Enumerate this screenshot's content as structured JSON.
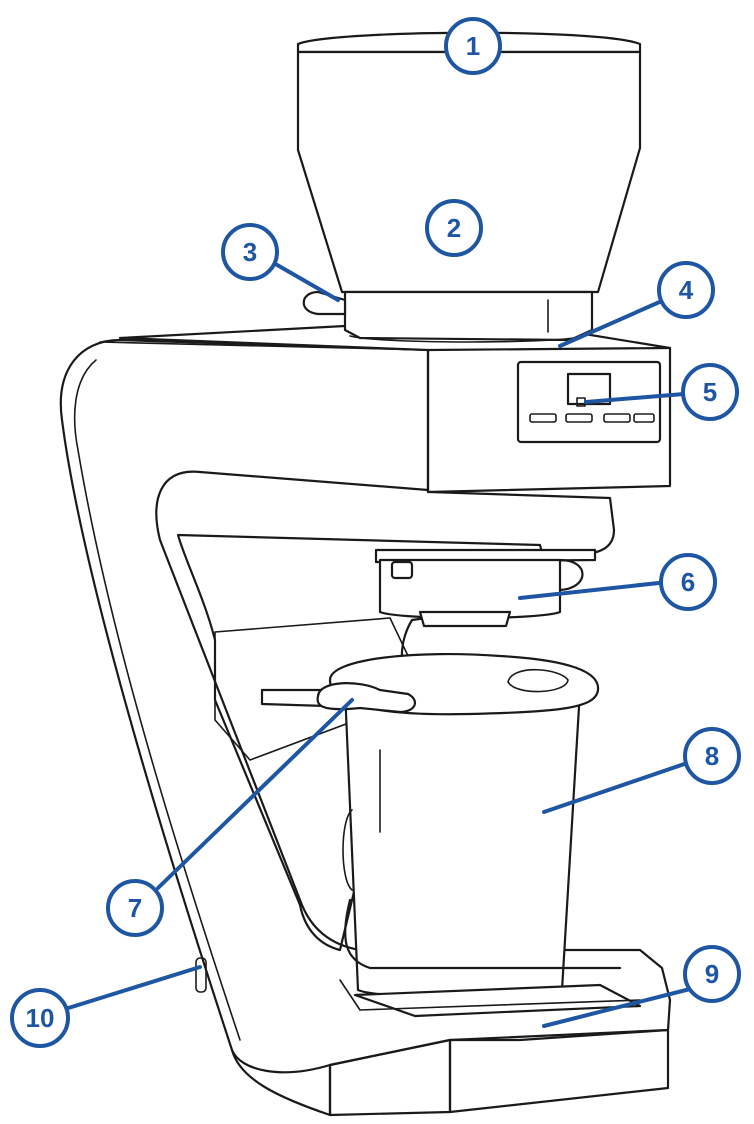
{
  "diagram": {
    "subject": "coffee-grinder",
    "accent_color": "#1e56a3",
    "line_color": "#1a1a1a",
    "callouts": [
      {
        "id": "c1",
        "label": "1"
      },
      {
        "id": "c2",
        "label": "2"
      },
      {
        "id": "c3",
        "label": "3"
      },
      {
        "id": "c4",
        "label": "4"
      },
      {
        "id": "c5",
        "label": "5"
      },
      {
        "id": "c6",
        "label": "6"
      },
      {
        "id": "c7",
        "label": "7"
      },
      {
        "id": "c8",
        "label": "8"
      },
      {
        "id": "c9",
        "label": "9"
      },
      {
        "id": "c10",
        "label": "10"
      }
    ]
  }
}
